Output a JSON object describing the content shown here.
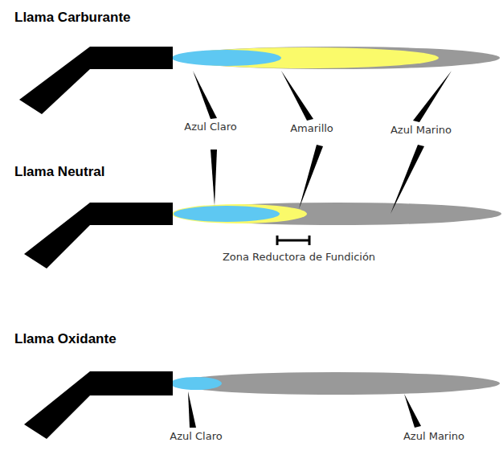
{
  "diagram": {
    "labels": [
      "Llama Carburante",
      "Azul Claro",
      "Amarillo",
      "Azul Marino",
      "Llama Neutral",
      "Zona Reductora de Fundición",
      "Llama Oxidante",
      "Azul Claro",
      "Azul Marino"
    ]
  }
}
